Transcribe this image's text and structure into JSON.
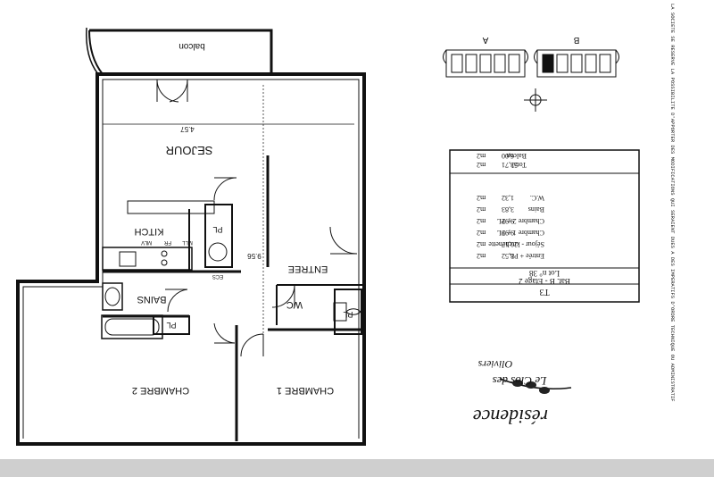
{
  "plan": {
    "rooms": {
      "sejour": "SEJOUR",
      "kitch": "KITCH",
      "bains": "BAINS",
      "entree": "ENTREE",
      "wc": "WC",
      "chambre1": "CHAMBRE 1",
      "chambre2": "CHAMBRE 2",
      "balcon": "balcon"
    },
    "closets": {
      "pl": "PL"
    },
    "appliances": {
      "fr": "FR",
      "mll": "MLL",
      "mlv": "MLV",
      "ecs": "ECS"
    },
    "dimensions": {
      "sejour_width": "4.57",
      "depth": "9.56"
    }
  },
  "keyplan": {
    "building_a": "A",
    "building_b": "B"
  },
  "table": {
    "type": "T3",
    "building_floor": "Bât. B - Etage 2",
    "lot": "Lot n° 38",
    "rows": [
      {
        "label": "Entrée + PL",
        "value": "8,52",
        "unit": "m2"
      },
      {
        "label": "Séjour - kitchenette",
        "value": "20,17",
        "unit": "m2"
      },
      {
        "label": "Chambre 1 + PL",
        "value": "9,95",
        "unit": "m2"
      },
      {
        "label": "Chambre 2 + PL",
        "value": "9,92",
        "unit": "m2"
      },
      {
        "label": "Bains",
        "value": "3,83",
        "unit": "m2"
      },
      {
        "label": "W.C.",
        "value": "1,32",
        "unit": "m2"
      }
    ],
    "total": {
      "label": "Total",
      "value": "53,71",
      "unit": "m2"
    },
    "balcon": {
      "label": "Balcon",
      "value": "6,00",
      "unit": "m2"
    }
  },
  "logo": {
    "line1": "résidence",
    "line2": "Le Clos des",
    "line3": "Oliviers"
  },
  "disclaimer": "LA SOCIETE SE RESERVE LA POSSIBILITE D'APPORTER DES MODIFICATIONS QUI SERAIENT DUES A DES IMPERATIFS D'ORDRE TECHNIQUE OU ADMINISTRATIF"
}
